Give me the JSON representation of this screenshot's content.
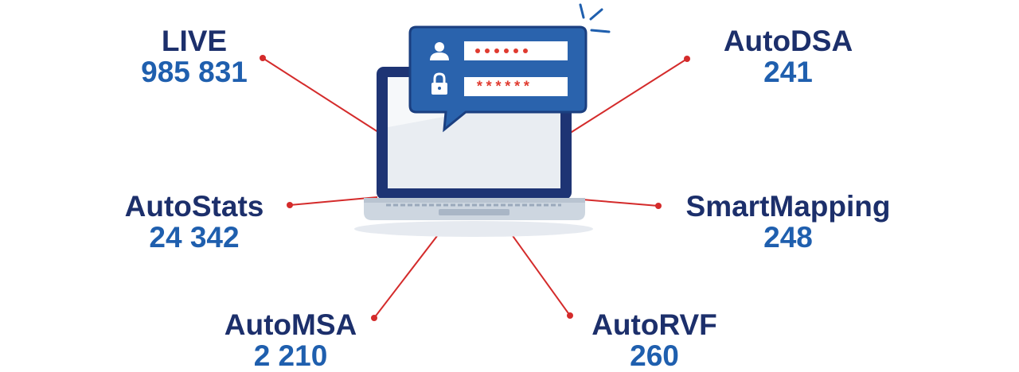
{
  "colors": {
    "name_text": "#1c2f6b",
    "value_text": "#1f5fae",
    "connector": "#d42b2b",
    "bubble_fill": "#2a63ad",
    "bubble_border": "#1b3f80",
    "laptop_frame": "#1e3474",
    "laptop_screen": "#e9edf2",
    "password_dots": "#e03a2f"
  },
  "stats": [
    {
      "id": "live",
      "name": "LIVE",
      "value": "985 831"
    },
    {
      "id": "autodsa",
      "name": "AutoDSA",
      "value": "241"
    },
    {
      "id": "autostats",
      "name": "AutoStats",
      "value": "24 342"
    },
    {
      "id": "smartmapping",
      "name": "SmartMapping",
      "value": "248"
    },
    {
      "id": "automsa",
      "name": "AutoMSA",
      "value": "2 210"
    },
    {
      "id": "autorvf",
      "name": "AutoRVF",
      "value": "260"
    }
  ],
  "login_bubble": {
    "username_mask": "••••••",
    "password_mask": "******",
    "icons": [
      "user-icon",
      "lock-icon"
    ]
  }
}
